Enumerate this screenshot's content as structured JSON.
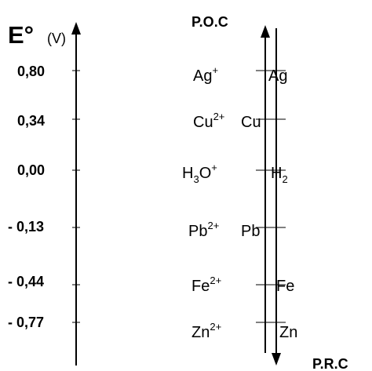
{
  "axis": {
    "symbol": "E°",
    "unit": "(V)"
  },
  "scale": {
    "ticks": [
      "0,80",
      "0,34",
      "0,00",
      "- 0,13",
      "- 0,44",
      "- 0,77"
    ]
  },
  "couples": [
    {
      "ox": "Ag",
      "ox_sup": "+",
      "ox_sub": "",
      "red": "Ag",
      "red_sub": ""
    },
    {
      "ox": "Cu",
      "ox_sup": "2+",
      "ox_sub": "",
      "red": "Cu",
      "red_sub": ""
    },
    {
      "ox": "H",
      "ox_sub": "3",
      "ox_tail": "O",
      "ox_sup": "+",
      "red": "H",
      "red_sub": "2"
    },
    {
      "ox": "Pb",
      "ox_sup": "2+",
      "ox_sub": "",
      "red": "Pb",
      "red_sub": ""
    },
    {
      "ox": "Fe",
      "ox_sup": "2+",
      "ox_sub": "",
      "red": "Fe",
      "red_sub": ""
    },
    {
      "ox": "Zn",
      "ox_sup": "2+",
      "ox_sub": "",
      "red": "Zn",
      "red_sub": ""
    }
  ],
  "labels": {
    "oxidant_power": "P.O.C",
    "reductant_power": "P.R.C"
  }
}
